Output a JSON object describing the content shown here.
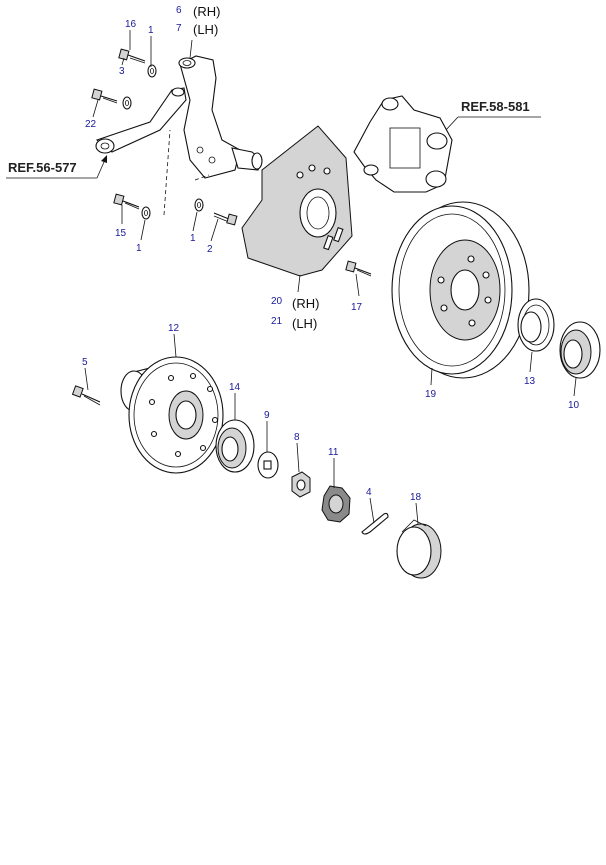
{
  "callouts": {
    "c1a": "1",
    "c1b": "1",
    "c1c": "1",
    "c2": "2",
    "c3": "3",
    "c4": "4",
    "c5": "5",
    "c6": "6",
    "c7": "7",
    "c8": "8",
    "c9": "9",
    "c10": "10",
    "c11": "11",
    "c12": "12",
    "c13": "13",
    "c14": "14",
    "c15": "15",
    "c16": "16",
    "c17": "17",
    "c18": "18",
    "c19": "19",
    "c20": "20",
    "c21": "21",
    "c22": "22"
  },
  "sides": {
    "rh_top": "(RH)",
    "lh_top": "(LH)",
    "rh_bottom": "(RH)",
    "lh_bottom": "(LH)"
  },
  "refs": {
    "caliper": "REF.58-581",
    "knuckle_arm": "REF.56-577"
  }
}
